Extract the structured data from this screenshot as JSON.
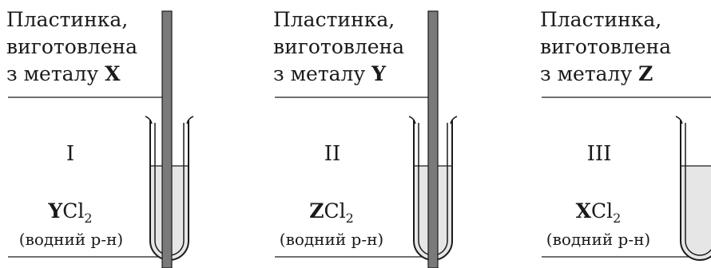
{
  "panels": [
    {
      "caption_lines": [
        "Пластинка,",
        "виготовлена"
      ],
      "caption_prefix": "з металу ",
      "metal": "X",
      "roman": "I",
      "salt_metal": "Y",
      "salt_rest": "Cl",
      "salt_sub": "2",
      "solution": "(водний р-н)"
    },
    {
      "caption_lines": [
        "Пластинка,",
        "виготовлена"
      ],
      "caption_prefix": "з металу ",
      "metal": "Y",
      "roman": "II",
      "salt_metal": "Z",
      "salt_rest": "Cl",
      "salt_sub": "2",
      "solution": "(водний р-н)"
    },
    {
      "caption_lines": [
        "Пластинка,",
        "виготовлена"
      ],
      "caption_prefix": "з металу ",
      "metal": "Z",
      "roman": "III",
      "salt_metal": "X",
      "salt_rest": "Cl",
      "salt_sub": "2",
      "solution": "(водний р-н)"
    }
  ],
  "colors": {
    "plate": "#7a7a7a",
    "liquid": "#e6e6e6",
    "lines": "#1a1a1a"
  }
}
